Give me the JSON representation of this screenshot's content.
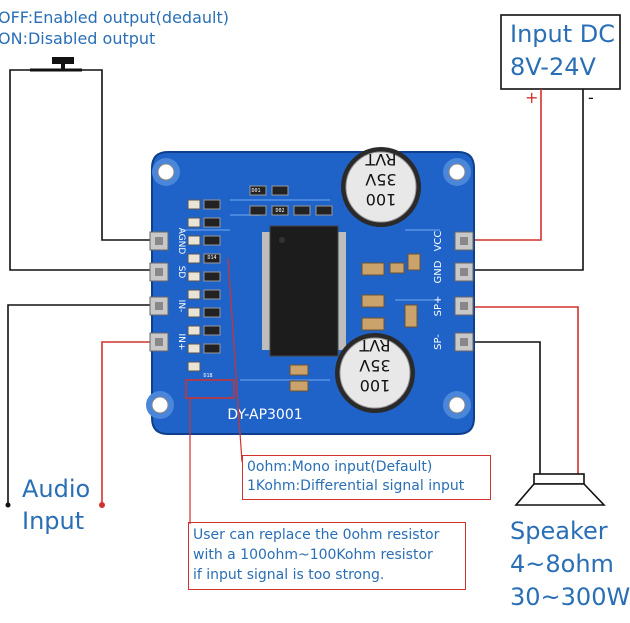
{
  "button_notes": {
    "off": "OFF:Enabled output(dedault)",
    "on": "ON:Disabled output"
  },
  "input_dc": {
    "line1": "Input DC",
    "line2": "8V-24V",
    "plus": "+",
    "minus": "-"
  },
  "board": {
    "model": "DY-AP3001",
    "left_pins": [
      "AGND",
      "SD",
      "IN-",
      "IN+"
    ],
    "right_pins": [
      "VCC",
      "GND",
      "SP+",
      "SP-"
    ],
    "capacitor_text": [
      "RVT",
      "35V",
      "100"
    ],
    "resistor_labels": [
      "D01",
      "D02",
      "D14",
      "D18"
    ]
  },
  "audio_input": {
    "line1": "Audio",
    "line2": "Input"
  },
  "mono_note": {
    "line1": "0ohm:Mono input(Default)",
    "line2": "1Kohm:Differential signal input"
  },
  "resistor_note": {
    "line1": "User can replace the 0ohm resistor",
    "line2": "with a 100ohm~100Kohm resistor",
    "line3": "if input signal is too strong."
  },
  "speaker": {
    "line1": "Speaker",
    "line2": "4~8ohm",
    "line3": "30~300W"
  },
  "colors": {
    "board": "#1f63c8",
    "annotation_text": "#2a6fb5",
    "annotation_border": "#d2322d",
    "wire_positive": "#d2322d",
    "wire_negative": "#111111"
  }
}
